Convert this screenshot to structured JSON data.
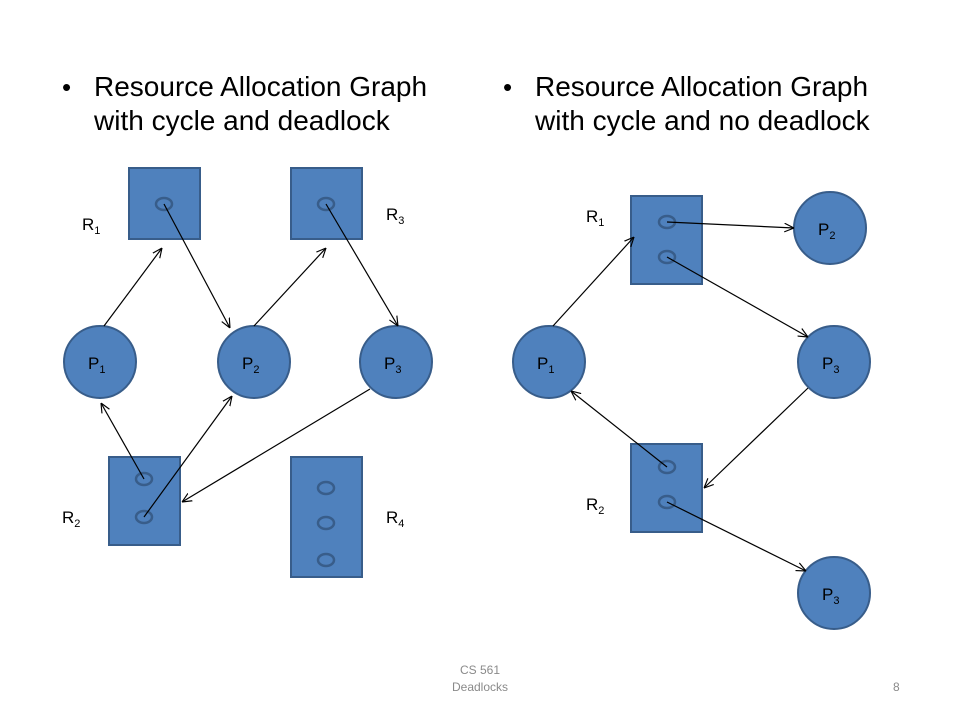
{
  "left": {
    "bullet": "•",
    "title_line1": "Resource Allocation Graph",
    "title_line2": "with cycle and deadlock",
    "resources": [
      "R1",
      "R2",
      "R3",
      "R4"
    ],
    "processes": [
      "P1",
      "P2",
      "P3"
    ]
  },
  "right": {
    "bullet": "•",
    "title_line1": "Resource Allocation Graph",
    "title_line2": "with cycle and no deadlock",
    "resources": [
      "R1",
      "R2"
    ],
    "processes": [
      "P1",
      "P2",
      "P3",
      "P3"
    ]
  },
  "footer": {
    "course": "CS 561",
    "topic": "Deadlocks",
    "page": "8"
  },
  "colors": {
    "node_fill": "#4f81bd",
    "node_stroke": "#385d8a",
    "edge": "#000000"
  }
}
